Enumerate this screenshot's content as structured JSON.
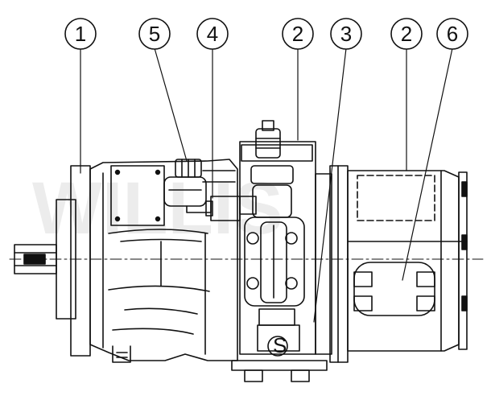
{
  "diagram": {
    "watermark": "WILLIS",
    "callouts": [
      {
        "id": "c1",
        "label": "1"
      },
      {
        "id": "c5",
        "label": "5"
      },
      {
        "id": "c4",
        "label": "4"
      },
      {
        "id": "c2a",
        "label": "2"
      },
      {
        "id": "c3",
        "label": "3"
      },
      {
        "id": "c2b",
        "label": "2"
      },
      {
        "id": "c6",
        "label": "6"
      }
    ],
    "port_label": "S"
  },
  "colors": {
    "line": "#111111",
    "watermark": "#ececec",
    "background": "#ffffff"
  }
}
